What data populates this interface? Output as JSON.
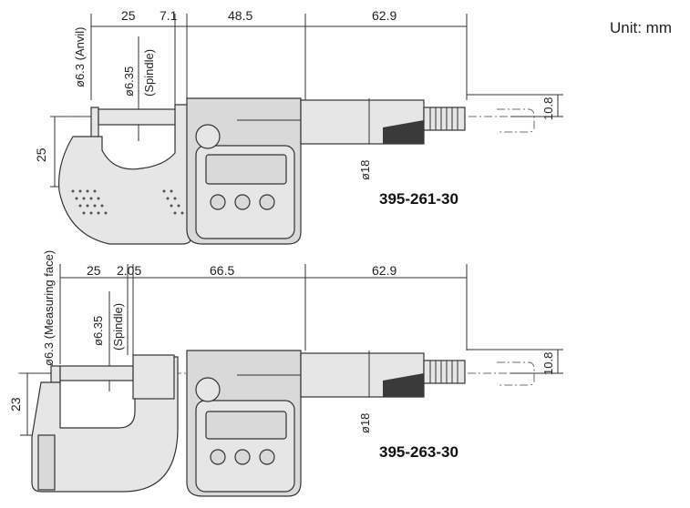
{
  "unit_label": "Unit: mm",
  "drawings": [
    {
      "model": "395-261-30",
      "dims_top": [
        "25",
        "7.1",
        "48.5",
        "62.9"
      ],
      "anvil_label": "ø6.3 (Anvil)",
      "spindle_label": "ø6.35 (Spindle)",
      "height_label": "25",
      "thimble_label": "ø18",
      "right_label": "10.8"
    },
    {
      "model": "395-263-30",
      "dims_top": [
        "25",
        "2.05",
        "66.5",
        "62.9"
      ],
      "anvil_label": "ø6.3 (Measuring face)",
      "spindle_label": "ø6.35 (Spindle)",
      "height_label": "23",
      "thimble_label": "ø18",
      "right_label": "10.8"
    }
  ]
}
